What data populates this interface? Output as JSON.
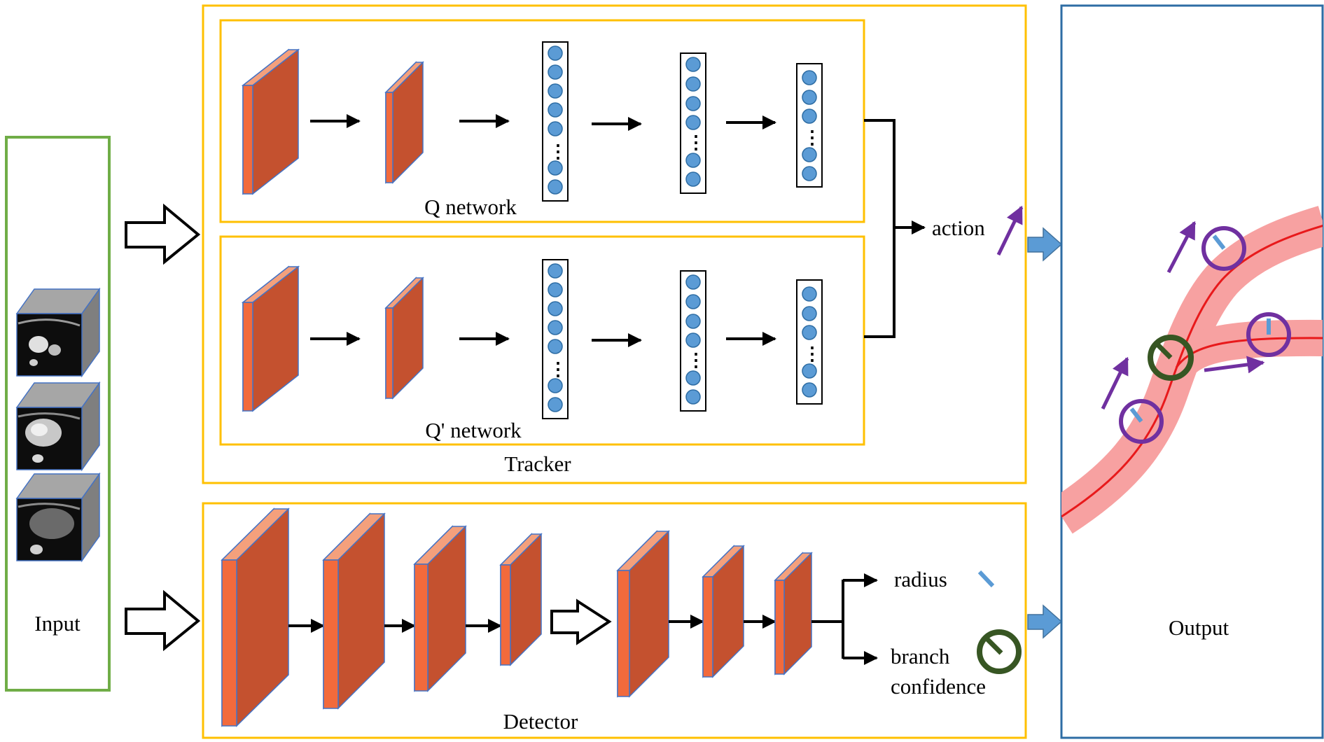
{
  "labels": {
    "input": "Input",
    "q_network": "Q network",
    "q_prime_network": "Q' network",
    "tracker": "Tracker",
    "action": "action",
    "detector": "Detector",
    "radius": "radius",
    "branch_line1": "branch",
    "branch_line2": "confidence",
    "output": "Output"
  },
  "colors": {
    "input_box": "#70ad47",
    "module_box": "#ffc000",
    "output_box": "#2e6da4",
    "layer_front": "#f26a3c",
    "layer_side": "#c4512f",
    "layer_top": "#f4a07c",
    "neuron": "#5b9bd5",
    "vessel": "#f7a1a1",
    "centerline": "#e8191b",
    "tracker_marker": "#7030a0",
    "branch_marker": "#375623",
    "radius_marker": "#5b9bd5",
    "output_arrow": "#5b9bd5"
  },
  "icons": {
    "input_volumes": "ct-volume-cube-icon",
    "big_arrows": "hollow-right-arrow-icon",
    "output_arrows": "blue-right-arrow-icon",
    "radius_marker": "radius-dash-icon",
    "branch_marker": "branch-circle-icon"
  }
}
